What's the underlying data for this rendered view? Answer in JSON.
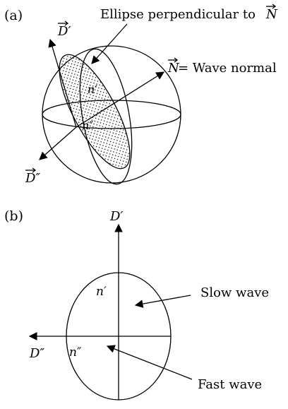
{
  "panel_a": {
    "tag": "(a)",
    "ellipse_label": "Ellipse perpendicular to",
    "ellipse_label_vector": "N",
    "axis_d_prime": "D′",
    "axis_d_double": "D″",
    "normal_vector": "N",
    "normal_label": "= Wave normal",
    "n_prime": "n′",
    "n_double": "n″"
  },
  "panel_b": {
    "tag": "(b)",
    "axis_d_prime": "D′",
    "axis_d_double": "D″",
    "n_prime": "n′",
    "n_double": "n″",
    "slow_wave": "Slow wave",
    "fast_wave": "Fast wave"
  },
  "colors": {
    "ink": "#000000",
    "background": "#ffffff"
  }
}
